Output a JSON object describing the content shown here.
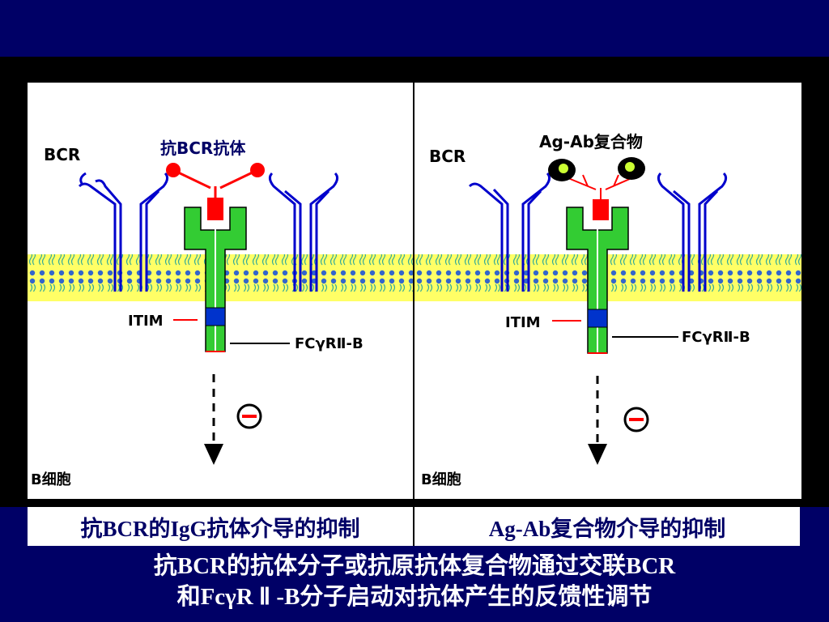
{
  "left_panel": {
    "bcr_label": "BCR",
    "antibody_label": "抗BCR抗体",
    "itim_label": "ITIM",
    "fcr_label": "FCγRⅡ-B",
    "cell_label": "B细胞",
    "caption": "抗BCR的IgG抗体介导的抑制"
  },
  "right_panel": {
    "bcr_label": "BCR",
    "complex_label": "Ag-Ab复合物",
    "itim_label": "ITIM",
    "fcr_label": "FCγRⅡ-B",
    "cell_label": "B细胞",
    "caption": "Ag-Ab复合物介导的抑制"
  },
  "summary": {
    "line1": "抗BCR的抗体分子或抗原抗体复合物通过交联BCR",
    "line2": "和FcγR Ⅱ -B分子启动对抗体产生的反馈性调节"
  },
  "colors": {
    "background": "#000066",
    "membrane": "#ffff66",
    "lipid_heads": "#3366cc",
    "bcr": "#0000cc",
    "receptor": "#33cc33",
    "antibody": "#ff0000",
    "itim": "#0033cc"
  },
  "icons": {
    "inhibition": "minus-circle-icon",
    "signal_arrow": "dashed-down-arrow-icon"
  }
}
